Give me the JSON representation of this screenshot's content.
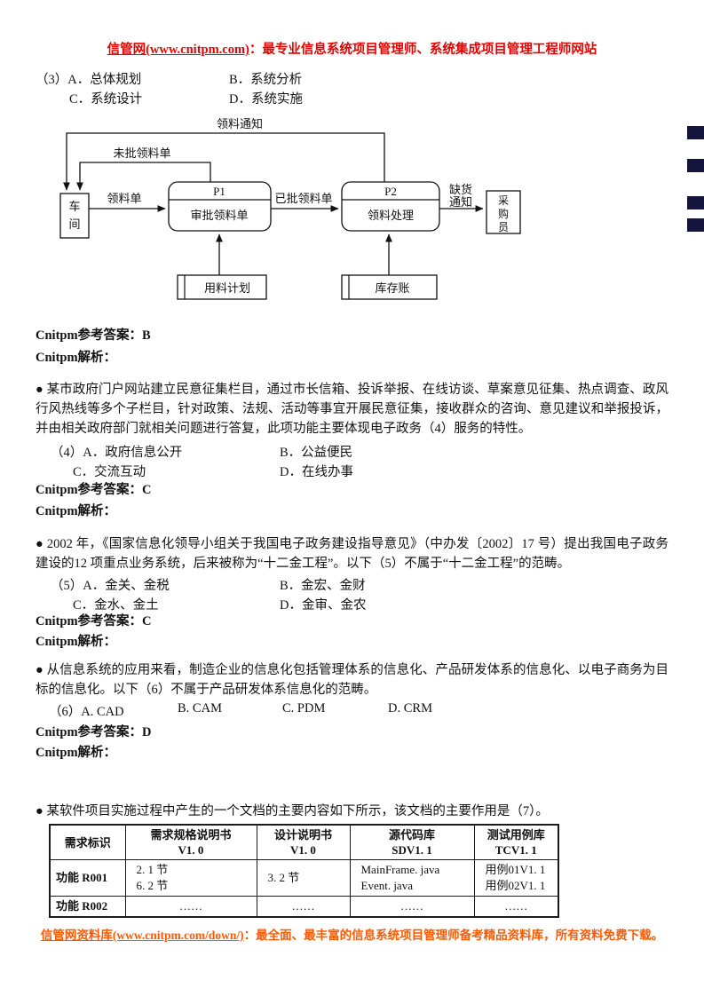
{
  "colors": {
    "header_red": "#e60000",
    "footer_orange": "#ff5a00",
    "margin_mark": "#14143c",
    "ink": "#111111"
  },
  "header": {
    "site": "信管网(www.cnitpm.com)",
    "rest": "：最专业信息系统项目管理师、系统集成项目管理工程师网站"
  },
  "q3": {
    "opt_a": "（3）A．总体规划",
    "opt_b": "B．系统分析",
    "opt_c": "C．系统设计",
    "opt_d": "D．系统实施",
    "answer": "Cnitpm参考答案：B",
    "analysis": "Cnitpm解析："
  },
  "diagram": {
    "notice_label": "领料通知",
    "unapproved_label": "未批领料单",
    "request_label": "领料单",
    "approved_label": "已批领料单",
    "shortage_line1": "缺货",
    "shortage_line2": "通知",
    "workshop_char1": "车",
    "workshop_char2": "间",
    "p1_id": "P1",
    "p1_name": "审批领料单",
    "p2_id": "P2",
    "p2_name": "领料处理",
    "purchaser_char1": "采",
    "purchaser_char2": "购",
    "purchaser_char3": "员",
    "store1_label": "用料计划",
    "store2_label": "库存账"
  },
  "q4": {
    "text": "● 某市政府门户网站建立民意征集栏目，通过市长信箱、投诉举报、在线访谈、草案意见征集、热点调查、政风行风热线等多个子栏目，针对政策、法规、活动等事宜开展民意征集，接收群众的咨询、意见建议和举报投诉，并由相关政府部门就相关问题进行答复，此项功能主要体现电子政务（4）服务的特性。",
    "opt_a": "（4）A．政府信息公开",
    "opt_b": "B．公益便民",
    "opt_c": "C．交流互动",
    "opt_d": "D．在线办事",
    "answer": "Cnitpm参考答案：C",
    "analysis": "Cnitpm解析："
  },
  "q5": {
    "text": "● 2002 年，《国家信息化领导小组关于我国电子政务建设指导意见》（中办发〔2002〕17 号）提出我国电子政务建设的12 项重点业务系统，后来被称为“十二金工程”。以下（5）不属于“十二金工程”的范畴。",
    "opt_a": "（5）A．金关、金税",
    "opt_b": "B．金宏、金财",
    "opt_c": "C．金水、金土",
    "opt_d": "D．金审、金农",
    "answer": "Cnitpm参考答案：C",
    "analysis": "Cnitpm解析："
  },
  "q6": {
    "text": "● 从信息系统的应用来看，制造企业的信息化包括管理体系的信息化、产品研发体系的信息化、以电子商务为目标的信息化。以下（6）不属于产品研发体系信息化的范畴。",
    "opt_a": "（6）A. CAD",
    "opt_b": "B. CAM",
    "opt_c": "C. PDM",
    "opt_d": "D. CRM",
    "answer": "Cnitpm参考答案：D",
    "analysis": "Cnitpm解析："
  },
  "q7": {
    "text": "● 某软件项目实施过程中产生的一个文档的主要内容如下所示，该文档的主要作用是（7）。",
    "table": {
      "headers": [
        [
          "需求标识",
          ""
        ],
        [
          "需求规格说明书",
          "V1. 0"
        ],
        [
          "设计说明书",
          "V1. 0"
        ],
        [
          "源代码库",
          "SDV1. 1"
        ],
        [
          "测试用例库",
          "TCV1. 1"
        ]
      ],
      "rows": [
        {
          "label": "功能 R001",
          "cells": [
            [
              "2. 1 节",
              "6. 2 节"
            ],
            [
              "3. 2 节",
              ""
            ],
            [
              "MainFrame. java",
              "Event. java"
            ],
            [
              "用例01V1. 1",
              "用例02V1. 1"
            ]
          ]
        },
        {
          "label": "功能 R002",
          "cells": [
            [
              "……",
              ""
            ],
            [
              "……",
              ""
            ],
            [
              "……",
              ""
            ],
            [
              "……",
              ""
            ]
          ]
        }
      ]
    }
  },
  "footer": {
    "site": "信管网资料库(www.cnitpm.com/down/)",
    "rest": "：最全面、最丰富的信息系统项目管理师备考精品资料库，所有资料免费下载。"
  }
}
